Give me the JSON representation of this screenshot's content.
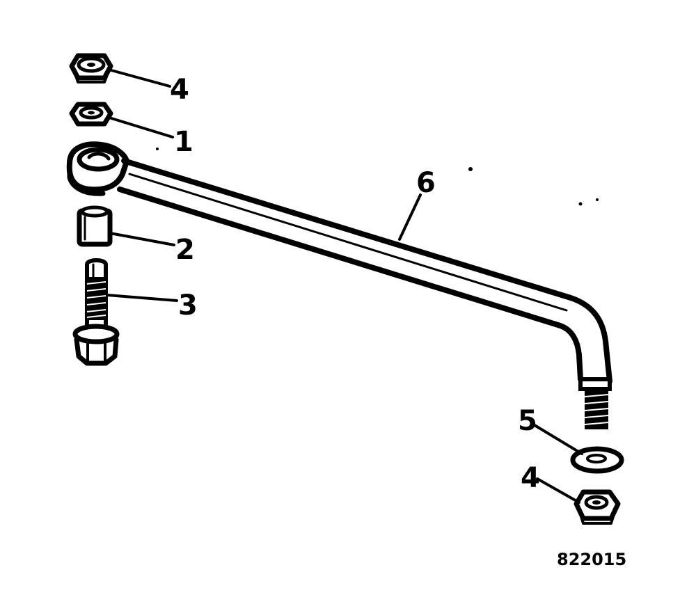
{
  "callouts": {
    "top_nut": "4",
    "lock_washer": "1",
    "spacer": "2",
    "bolt": "3",
    "link_rod": "6",
    "flat_washer": "5",
    "bottom_nut": "4"
  },
  "figure_number": "822015"
}
